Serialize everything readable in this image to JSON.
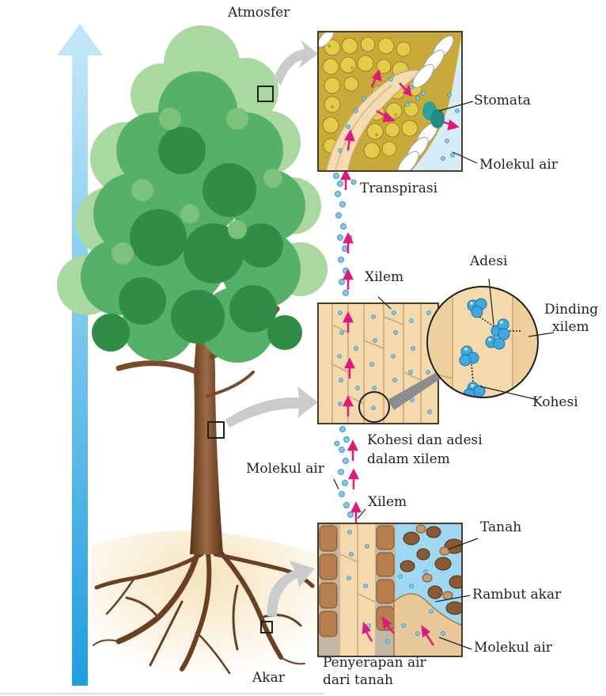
{
  "labels": {
    "atmosfer": "Atmosfer",
    "stomata": "Stomata",
    "molekul_air_leaf": "Molekul air",
    "transpirasi": "Transpirasi",
    "xilem_top": "Xilem",
    "adesi": "Adesi",
    "dinding_xilem_line1": "Dinding",
    "dinding_xilem_line2": "xilem",
    "kohesi": "Kohesi",
    "kohesi_adesi_line1": "Kohesi dan adesi",
    "kohesi_adesi_line2": "dalam xilem",
    "molekul_air_stem": "Molekul air",
    "xilem_bottom": "Xilem",
    "tanah": "Tanah",
    "rambut_akar": "Rambut akar",
    "molekul_air_root": "Molekul air",
    "penyerapan_line1": "Penyerapan air",
    "penyerapan_line2": "dari tanah",
    "akar": "Akar"
  },
  "colors": {
    "arrow_gradient_top": "#bfe6f8",
    "arrow_gradient_bottom": "#1f9ee0",
    "leaf_dark": "#2e8b45",
    "leaf_light": "#9fd49a",
    "trunk": "#7a4a2a",
    "soil": "#f3dcae",
    "panel_border": "#4a3a2a",
    "xylem_tan": "#f4d9ad",
    "mesophyll_yellow": "#d9c23a",
    "water_blue": "#67c3e8",
    "magenta_arrow": "#e0197a"
  }
}
